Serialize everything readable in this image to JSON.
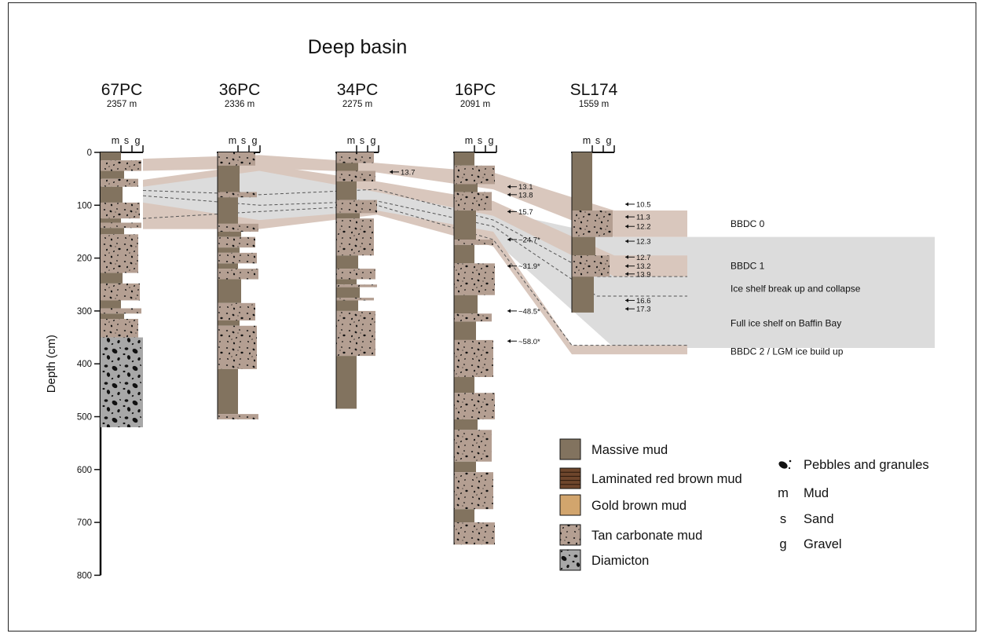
{
  "title": "Deep basin",
  "y_axis": {
    "label": "Depth (cm)",
    "ticks": [
      "0",
      "100",
      "200",
      "300",
      "400",
      "500",
      "600",
      "700",
      "800"
    ],
    "max": 800
  },
  "scale_letters": [
    "m",
    "s",
    "g"
  ],
  "cores": [
    {
      "name": "67PC",
      "water_depth": "2357 m",
      "length": 520,
      "units": [
        [
          0,
          15,
          "mud"
        ],
        [
          15,
          35,
          "tan"
        ],
        [
          35,
          50,
          "mud"
        ],
        [
          50,
          65,
          "tan"
        ],
        [
          65,
          95,
          "mud"
        ],
        [
          95,
          125,
          "tan"
        ],
        [
          125,
          133,
          "mud"
        ],
        [
          133,
          143,
          "tan"
        ],
        [
          143,
          155,
          "mud"
        ],
        [
          155,
          228,
          "tan"
        ],
        [
          228,
          248,
          "mud"
        ],
        [
          248,
          280,
          "tan"
        ],
        [
          280,
          295,
          "mud"
        ],
        [
          295,
          305,
          "tan"
        ],
        [
          305,
          315,
          "mud"
        ],
        [
          315,
          350,
          "tan"
        ],
        [
          350,
          520,
          "diamicton"
        ]
      ]
    },
    {
      "name": "36PC",
      "water_depth": "2336 m",
      "length": 505,
      "units": [
        [
          0,
          25,
          "tan"
        ],
        [
          25,
          75,
          "mud"
        ],
        [
          75,
          85,
          "tan"
        ],
        [
          85,
          135,
          "mud"
        ],
        [
          135,
          150,
          "tan"
        ],
        [
          150,
          160,
          "mud"
        ],
        [
          160,
          180,
          "tan"
        ],
        [
          180,
          190,
          "mud"
        ],
        [
          190,
          210,
          "tan"
        ],
        [
          210,
          220,
          "mud"
        ],
        [
          220,
          240,
          "tan"
        ],
        [
          240,
          285,
          "mud"
        ],
        [
          285,
          318,
          "tan"
        ],
        [
          318,
          328,
          "mud"
        ],
        [
          328,
          410,
          "tan"
        ],
        [
          410,
          495,
          "mud"
        ],
        [
          495,
          505,
          "tan"
        ]
      ]
    },
    {
      "name": "34PC",
      "water_depth": "2275 m",
      "length": 485,
      "units": [
        [
          0,
          20,
          "tan"
        ],
        [
          20,
          35,
          "mud"
        ],
        [
          35,
          55,
          "tan"
        ],
        [
          55,
          90,
          "mud"
        ],
        [
          90,
          115,
          "tan"
        ],
        [
          115,
          125,
          "mud"
        ],
        [
          125,
          195,
          "tan"
        ],
        [
          195,
          220,
          "mud"
        ],
        [
          220,
          240,
          "tan"
        ],
        [
          240,
          250,
          "mud"
        ],
        [
          250,
          255,
          "tan"
        ],
        [
          255,
          275,
          "mud"
        ],
        [
          275,
          280,
          "tan"
        ],
        [
          280,
          300,
          "mud"
        ],
        [
          300,
          385,
          "tan"
        ],
        [
          385,
          485,
          "mud"
        ]
      ]
    },
    {
      "name": "16PC",
      "water_depth": "2091 m",
      "length": 742,
      "units": [
        [
          0,
          25,
          "mud"
        ],
        [
          25,
          60,
          "tan"
        ],
        [
          60,
          75,
          "mud"
        ],
        [
          75,
          110,
          "tan"
        ],
        [
          110,
          165,
          "mud"
        ],
        [
          165,
          175,
          "tan"
        ],
        [
          175,
          210,
          "mud"
        ],
        [
          210,
          270,
          "tan"
        ],
        [
          270,
          305,
          "mud"
        ],
        [
          305,
          320,
          "tan"
        ],
        [
          320,
          355,
          "mud"
        ],
        [
          355,
          425,
          "tan"
        ],
        [
          425,
          455,
          "mud"
        ],
        [
          455,
          505,
          "tan"
        ],
        [
          505,
          525,
          "mud"
        ],
        [
          525,
          585,
          "tan"
        ],
        [
          585,
          605,
          "mud"
        ],
        [
          605,
          675,
          "tan"
        ],
        [
          675,
          700,
          "mud"
        ],
        [
          700,
          742,
          "tan"
        ]
      ]
    },
    {
      "name": "SL174",
      "water_depth": "1559 m",
      "length": 303,
      "units": [
        [
          0,
          110,
          "mud"
        ],
        [
          110,
          160,
          "tan"
        ],
        [
          160,
          195,
          "mud"
        ],
        [
          195,
          235,
          "tan"
        ],
        [
          235,
          303,
          "mud"
        ]
      ]
    }
  ],
  "ages": [
    {
      "core": 2,
      "depth": 37,
      "text": "13.7"
    },
    {
      "core": 3,
      "depth": 65,
      "text": "13.1"
    },
    {
      "core": 3,
      "depth": 80,
      "text": "13.8"
    },
    {
      "core": 3,
      "depth": 112,
      "text": "15.7"
    },
    {
      "core": 3,
      "depth": 165,
      "text": "~24.7*"
    },
    {
      "core": 3,
      "depth": 215,
      "text": "~31.9*"
    },
    {
      "core": 3,
      "depth": 300,
      "text": "~48.5*"
    },
    {
      "core": 3,
      "depth": 357,
      "text": "~58.0*"
    },
    {
      "core": 4,
      "depth": 98,
      "text": "10.5"
    },
    {
      "core": 4,
      "depth": 122,
      "text": "11.3"
    },
    {
      "core": 4,
      "depth": 140,
      "text": "12.2"
    },
    {
      "core": 4,
      "depth": 168,
      "text": "12.3"
    },
    {
      "core": 4,
      "depth": 198,
      "text": "12.7"
    },
    {
      "core": 4,
      "depth": 215,
      "text": "13.2"
    },
    {
      "core": 4,
      "depth": 230,
      "text": "13.9"
    },
    {
      "core": 4,
      "depth": 280,
      "text": "16.6"
    },
    {
      "core": 4,
      "depth": 296,
      "text": "17.3"
    }
  ],
  "zones": [
    {
      "label": "BBDC 0",
      "depth": 135
    },
    {
      "label": "BBDC 1",
      "depth": 215
    },
    {
      "label": "Ice shelf break up and collapse",
      "depth": 258
    },
    {
      "label": "Full ice shelf on Baffin Bay",
      "depth": 323
    },
    {
      "label": "BBDC 2 / LGM ice build up",
      "depth": 377
    }
  ],
  "legend": [
    {
      "key": "mud",
      "label": "Massive mud"
    },
    {
      "key": "laminated",
      "label": "Laminated red brown mud"
    },
    {
      "key": "gold",
      "label": "Gold brown mud"
    },
    {
      "key": "tan",
      "label": "Tan carbonate mud"
    },
    {
      "key": "diamicton",
      "label": "Diamicton"
    }
  ],
  "legend2": [
    {
      "symbol": "pebbles",
      "label": "Pebbles and granules"
    },
    {
      "symbol": "m",
      "label": "Mud"
    },
    {
      "symbol": "s",
      "label": "Sand"
    },
    {
      "symbol": "g",
      "label": "Gravel"
    }
  ],
  "colors": {
    "mud": "#82735f",
    "tan": "#b49f92",
    "gold": "#d2a56d",
    "laminated": "#6e462c",
    "diamicton": "#a8a8a8",
    "band": "#d9c7bd",
    "gray_zone": "#dcdcdc"
  }
}
